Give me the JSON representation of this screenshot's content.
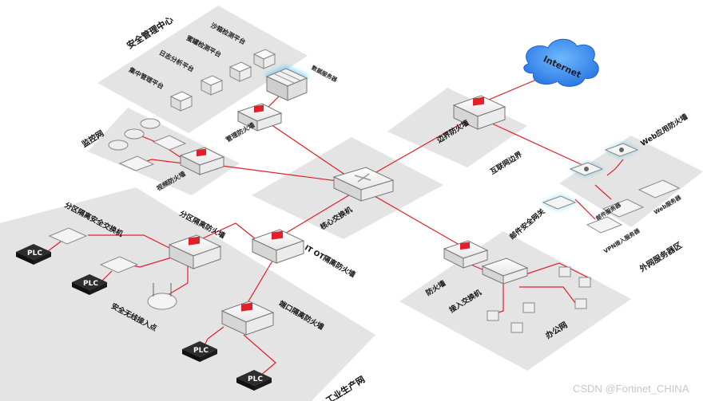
{
  "zones": {
    "security_center": "安全管理中心",
    "monitor_net": "监控网",
    "internet_border": "互联网边界",
    "external_zone": "外网服务器区",
    "office_net": "办公网",
    "industrial_net": "工业生产网"
  },
  "platforms": {
    "sandbox": "沙箱检测平台",
    "deception": "蜜罐检测平台",
    "log_analysis": "日志分析平台",
    "central_mgmt": "集中管理平台",
    "data_server": "数据服务器"
  },
  "devices": {
    "mgmt_fw": "管理防火墙",
    "video_fw": "视频防火墙",
    "core_switch": "核心交换机",
    "border_fw": "边界防火墙",
    "web_fw": "Web应用防火墙",
    "mail_server": "邮件服务器",
    "web_server": "Web服务器",
    "vpn_server": "VPN接入服务器",
    "mail_gateway": "邮件安全网关",
    "firewall": "防火墙",
    "access_switch": "接入交换机",
    "zone_fw": "分区隔离防火墙",
    "itot_fw": "IT OT隔离防火墙",
    "zone_switch": "分区隔离安全交换机",
    "wireless_ap": "安全无线接入点",
    "port_fw": "端口隔离防火墙"
  },
  "cloud": "Internet",
  "plc_label": "PLC",
  "watermark": "CSDN @Fortinet_CHINA",
  "colors": {
    "link": "#e0202a",
    "fortinet_red": "#e0202a",
    "zone_fill": "#e6e6e6",
    "glow": "#58c8ee"
  }
}
